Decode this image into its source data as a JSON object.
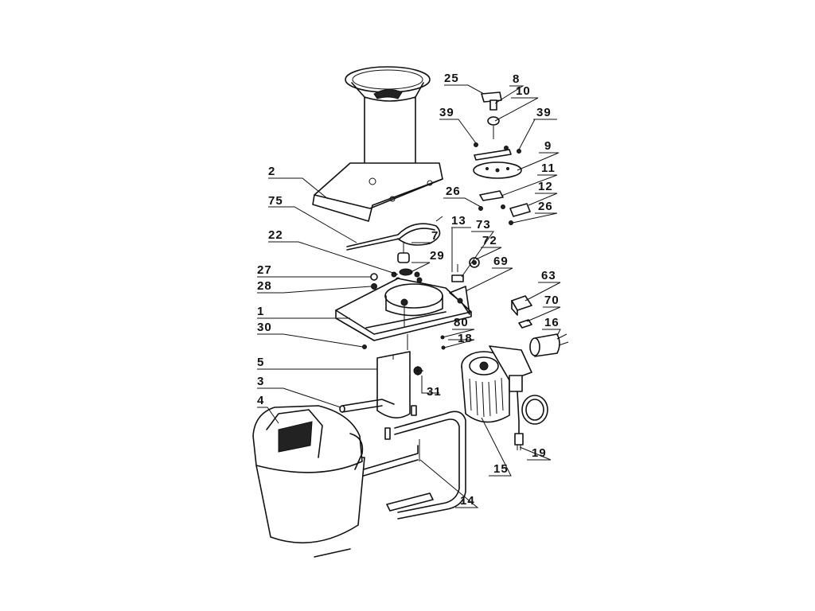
{
  "callouts": [
    {
      "id": "c2",
      "text": "2"
    },
    {
      "id": "c75",
      "text": "75"
    },
    {
      "id": "c22",
      "text": "22"
    },
    {
      "id": "c27",
      "text": "27"
    },
    {
      "id": "c28",
      "text": "28"
    },
    {
      "id": "c1",
      "text": "1"
    },
    {
      "id": "c30",
      "text": "30"
    },
    {
      "id": "c5",
      "text": "5"
    },
    {
      "id": "c3",
      "text": "3"
    },
    {
      "id": "c4",
      "text": "4"
    },
    {
      "id": "c7",
      "text": "7"
    },
    {
      "id": "c29",
      "text": "29"
    },
    {
      "id": "c13",
      "text": "13"
    },
    {
      "id": "c73",
      "text": "73"
    },
    {
      "id": "c72",
      "text": "72"
    },
    {
      "id": "c69",
      "text": "69"
    },
    {
      "id": "c80",
      "text": "80"
    },
    {
      "id": "c18",
      "text": "18"
    },
    {
      "id": "c31",
      "text": "31"
    },
    {
      "id": "c25",
      "text": "25"
    },
    {
      "id": "c8",
      "text": "8"
    },
    {
      "id": "c10",
      "text": "10"
    },
    {
      "id": "c39a",
      "text": "39"
    },
    {
      "id": "c39b",
      "text": "39"
    },
    {
      "id": "c9",
      "text": "9"
    },
    {
      "id": "c11",
      "text": "11"
    },
    {
      "id": "c26a",
      "text": "26"
    },
    {
      "id": "c12",
      "text": "12"
    },
    {
      "id": "c26b",
      "text": "26"
    },
    {
      "id": "c63",
      "text": "63"
    },
    {
      "id": "c70",
      "text": "70"
    },
    {
      "id": "c16",
      "text": "16"
    },
    {
      "id": "c19",
      "text": "19"
    },
    {
      "id": "c15",
      "text": "15"
    },
    {
      "id": "c14",
      "text": "14"
    }
  ]
}
